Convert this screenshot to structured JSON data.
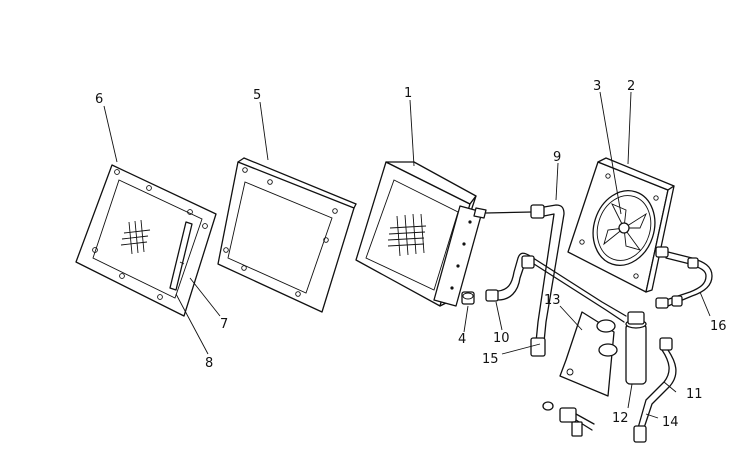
{
  "diagram": {
    "callouts": [
      {
        "id": "6",
        "text": "6"
      },
      {
        "id": "5",
        "text": "5"
      },
      {
        "id": "1",
        "text": "1"
      },
      {
        "id": "9",
        "text": "9"
      },
      {
        "id": "3",
        "text": "3"
      },
      {
        "id": "2",
        "text": "2"
      },
      {
        "id": "7",
        "text": "7"
      },
      {
        "id": "8",
        "text": "8"
      },
      {
        "id": "4",
        "text": "4"
      },
      {
        "id": "10",
        "text": "10"
      },
      {
        "id": "15",
        "text": "15"
      },
      {
        "id": "13",
        "text": "13"
      },
      {
        "id": "16",
        "text": "16"
      },
      {
        "id": "11",
        "text": "11"
      },
      {
        "id": "12",
        "text": "12"
      },
      {
        "id": "14",
        "text": "14"
      }
    ]
  }
}
